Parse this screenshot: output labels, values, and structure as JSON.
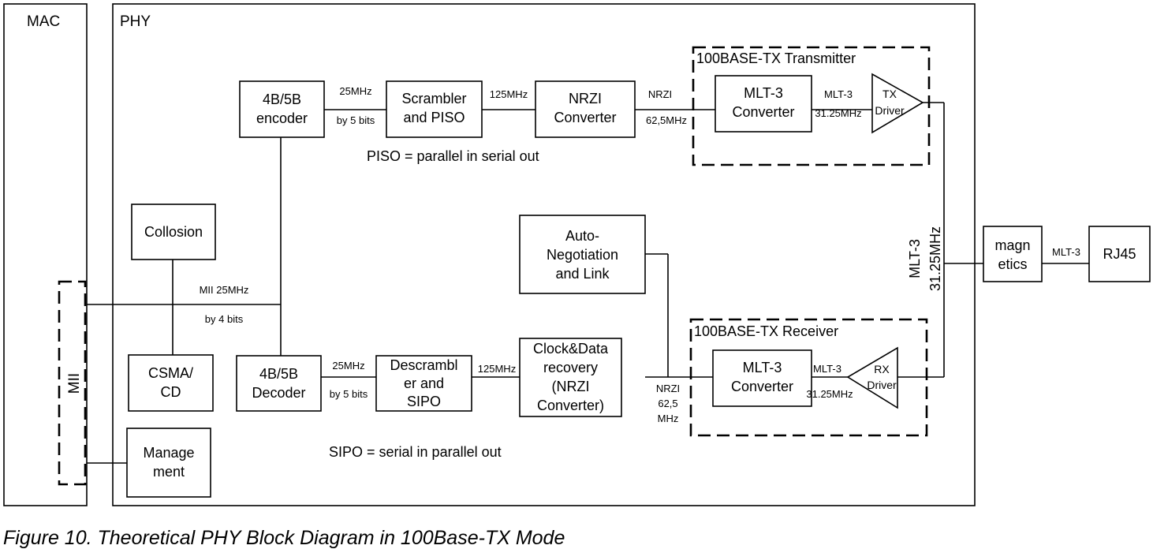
{
  "regions": {
    "mac": "MAC",
    "phy": "PHY",
    "mii": "MII"
  },
  "blocks": {
    "encoder": [
      "4B/5B",
      "encoder"
    ],
    "scrambler": [
      "Scrambler",
      "and PISO"
    ],
    "nrzi_tx": [
      "NRZI",
      "Converter"
    ],
    "mlt3_tx": [
      "MLT-3",
      "Converter"
    ],
    "tx_driver": [
      "TX",
      "Driver"
    ],
    "collision": [
      "Collosion"
    ],
    "csma": [
      "CSMA/",
      "CD"
    ],
    "management": [
      "Manage",
      "ment"
    ],
    "decoder": [
      "4B/5B",
      "Decoder"
    ],
    "descrambler": [
      "Descrambl",
      "er and",
      "SIPO"
    ],
    "clock_recovery": [
      "Clock&Data",
      "recovery",
      "(NRZI",
      "Converter)"
    ],
    "autoneg": [
      "Auto-",
      "Negotiation",
      "and Link"
    ],
    "mlt3_rx": [
      "MLT-3",
      "Converter"
    ],
    "rx_driver": [
      "RX",
      "Driver"
    ],
    "magnetics": [
      "magn",
      "etics"
    ],
    "rj45": [
      "RJ45"
    ]
  },
  "groups": {
    "transmitter": "100BASE-TX Transmitter",
    "receiver": "100BASE-TX Receiver"
  },
  "labels": {
    "enc_scr_top": "25MHz",
    "enc_scr_bottom": "by 5 bits",
    "scr_nrzi": "125MHz",
    "nrzi_mlt_top": "NRZI",
    "nrzi_mlt_bottom": "62,5MHz",
    "mlt_tx_top": "MLT-3",
    "mlt_tx_bottom": "31.25MHz",
    "mii_top": "MII 25MHz",
    "mii_bottom": "by 4 bits",
    "dec_des_top": "25MHz",
    "dec_des_bottom": "by 5 bits",
    "des_clk": "125MHz",
    "clk_mlt": [
      "NRZI",
      "62,5",
      "MHz"
    ],
    "mlt_rx_top": "MLT-3",
    "mlt_rx_bottom": "31.25MHz",
    "vertical_1": "MLT-3",
    "vertical_2": "31.25MHz",
    "mag_rj45": "MLT-3",
    "piso_note": "PISO  = parallel in serial out",
    "sipo_note": "SIPO  = serial in parallel out"
  },
  "caption": "Figure 10. Theoretical PHY Block Diagram in 100Base-TX Mode"
}
